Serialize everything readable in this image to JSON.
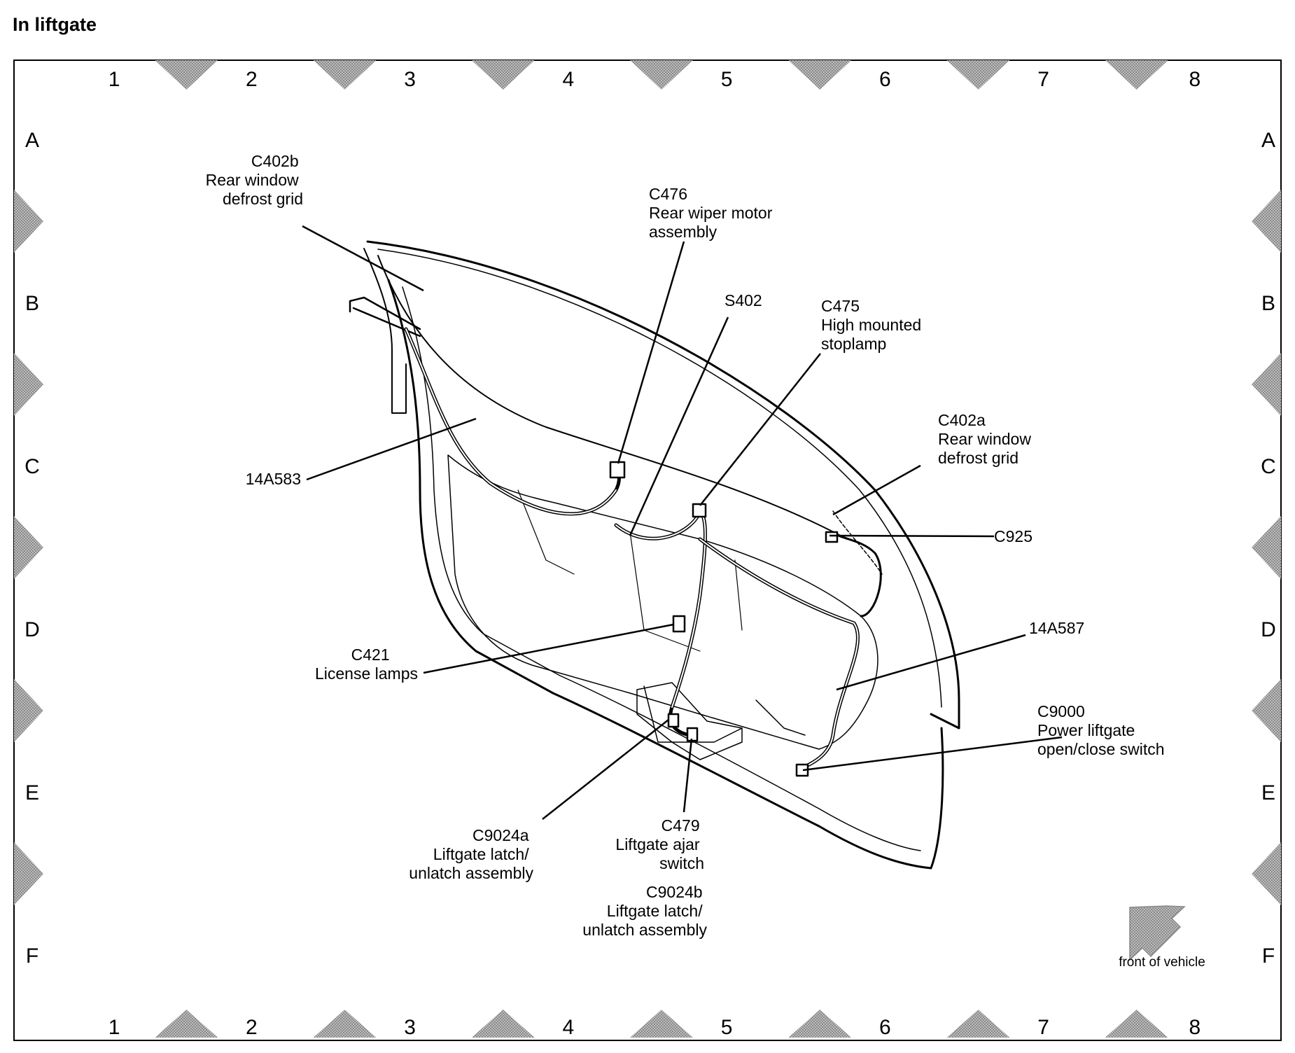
{
  "title": "In  liftgate",
  "grid": {
    "columns": [
      "1",
      "2",
      "3",
      "4",
      "5",
      "6",
      "7",
      "8"
    ],
    "rows": [
      "A",
      "B",
      "C",
      "D",
      "E",
      "F"
    ]
  },
  "callouts": {
    "c402b": [
      "C402b",
      "Rear window",
      "defrost grid"
    ],
    "c476": [
      "C476",
      "Rear wiper motor",
      "assembly"
    ],
    "s402": [
      "S402"
    ],
    "c475": [
      "C475",
      "High mounted",
      "stoplamp"
    ],
    "c402a": [
      "C402a",
      "Rear window",
      "defrost grid"
    ],
    "c925": [
      "C925"
    ],
    "w14a583": [
      "14A583"
    ],
    "w14a587": [
      "14A587"
    ],
    "c421": [
      "C421",
      "License lamps"
    ],
    "c9000": [
      "C9000",
      "Power liftgate",
      "open/close switch"
    ],
    "c9024a": [
      "C9024a",
      "Liftgate latch/",
      "unlatch assembly"
    ],
    "c479": [
      "C479",
      "Liftgate ajar",
      "switch"
    ],
    "c9024b": [
      "C9024b",
      "Liftgate latch/",
      "unlatch assembly"
    ]
  },
  "front_label": "front of vehicle",
  "colors": {
    "line": "#000000",
    "diamond": "#9a9a9a",
    "arrow": "#a0a0a0"
  }
}
